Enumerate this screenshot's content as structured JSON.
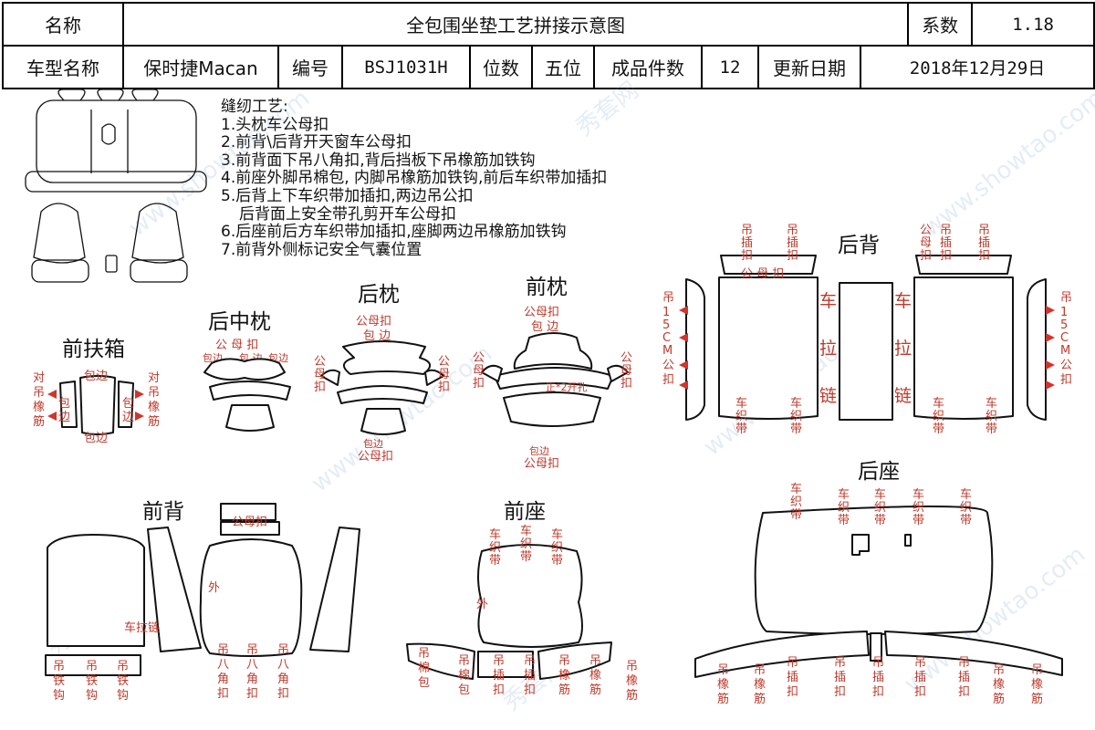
{
  "header": {
    "row1": {
      "name_label": "名称",
      "title": "全包围坐垫工艺拼接示意图",
      "coef_label": "系数",
      "coef_value": "1.18"
    },
    "row2": {
      "model_label": "车型名称",
      "model_value": "保时捷Macan",
      "code_label": "编号",
      "code_value": "BSJ1031H",
      "seats_label": "位数",
      "seats_value": "五位",
      "pieces_label": "成品件数",
      "pieces_value": "12",
      "date_label": "更新日期",
      "date_value": "2018年12月29日"
    }
  },
  "process": {
    "heading": "缝纫工艺:",
    "steps": [
      "1.头枕车公母扣",
      "2.前背\\后背开天窗车公母扣",
      "3.前背面下吊八角扣,背后挡板下吊橡筋加铁钩",
      "4.前座外脚吊棉包, 内脚吊橡筋加铁钩,前后车织带加插扣",
      "5.后背上下车织带加插扣,两边吊公扣",
      "后背面上安全带孔剪开车公母扣",
      "6.后座前后方车织带加插扣,座脚两边吊橡筋加铁钩",
      "7.前背外侧标记安全气囊位置"
    ]
  },
  "watermark": [
    "秀套网",
    "www.showtao.com"
  ],
  "sections": {
    "front_armrest": {
      "title": "前扶箱",
      "left_note": "对吊橡筋",
      "right_note": "对吊橡筋",
      "edge": "包边"
    },
    "rear_center_headrest": {
      "title": "后中枕",
      "snap_top": "公 母 扣",
      "edge_note": "包 边",
      "edge_note2": "包边"
    },
    "rear_headrest": {
      "title": "后枕",
      "snap_top": "公母扣",
      "edge_top": "包 边",
      "side_snap": "公母扣",
      "edge_bottom": "包边",
      "snap_bottom": "公母扣"
    },
    "front_headrest": {
      "title": "前枕",
      "snap_top": "公母扣",
      "edge_top": "包 边",
      "side_snap": "公母扣",
      "opening_note": "正*2开孔",
      "edge_bottom": "包边",
      "snap_bottom": "公母扣"
    },
    "rear_back": {
      "title": "后背",
      "hang": "吊插扣",
      "snap_hang": "公母吊插扣",
      "snap": "公 母 扣",
      "zip": "车拉链",
      "side_hang": "吊15CM公扣",
      "strap": "车织带"
    },
    "front_back": {
      "title": "前背",
      "snap": "公母扣",
      "outside": "外",
      "zip": "车拉链",
      "iron_hook": "吊铁钩",
      "octagon": "吊八角扣"
    },
    "front_seat": {
      "title": "前座",
      "strap": "车织带",
      "outside": "外",
      "cotton": "吊棉包",
      "buckle": "吊插扣",
      "elastic": "吊橡筋"
    },
    "rear_seat": {
      "title": "后座",
      "strap": "车织带",
      "elastic": "吊橡筋",
      "buckle": "吊插扣"
    }
  }
}
